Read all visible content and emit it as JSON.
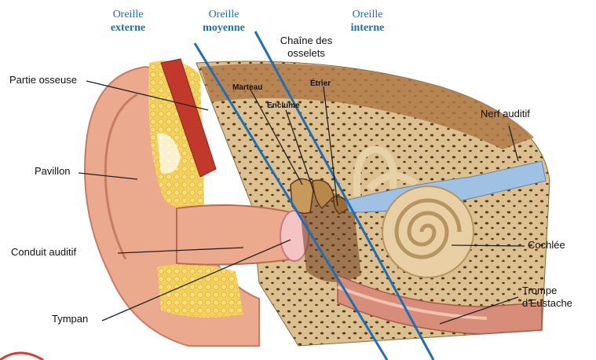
{
  "regions": {
    "external": {
      "line1": "Oreille",
      "line2": "externe"
    },
    "middle": {
      "line1": "Oreille",
      "line2": "moyenne"
    },
    "inner": {
      "line1": "Oreille",
      "line2": "interne"
    }
  },
  "labels": {
    "ossicles_chain": "Chaîne des osselets",
    "bony_part": "Partie osseuse",
    "hammer": "Marteau",
    "anvil": "Enclume",
    "stirrup": "Étrier",
    "auditory_nerve": "Nerf auditif",
    "pinna": "Pavillon",
    "ear_canal": "Conduit auditif",
    "cochlea": "Cochlée",
    "eustachian_tube": "Trompe d'Eustache",
    "eardrum": "Tympan"
  },
  "colors": {
    "region_text": "#1d6fb8",
    "divider_line": "#1d6fb8",
    "skin": "#e9a98f",
    "bone": "#d9b98b",
    "fat": "#f2c94c",
    "muscle": "#c0392b",
    "nerve": "#8fb4d9"
  }
}
